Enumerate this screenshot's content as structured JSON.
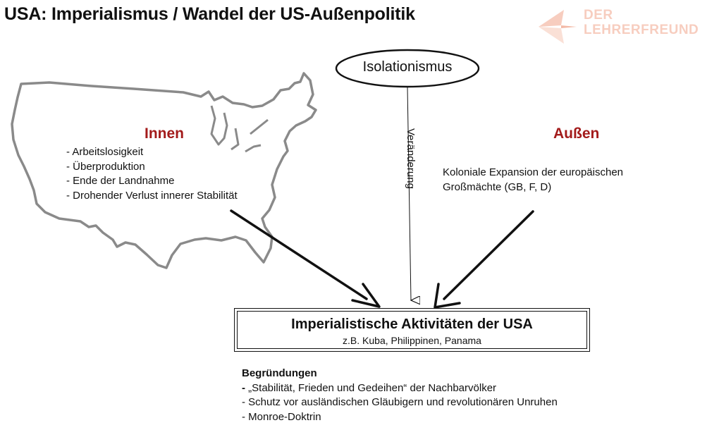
{
  "title": "USA: Imperialismus / Wandel der US-Außenpolitik",
  "logo": {
    "line1": "DER",
    "line2": "LEHRERFREUND",
    "color": "#f7cdbf"
  },
  "isolation": {
    "label": "Isolationismus"
  },
  "change_label": "Veränderung",
  "inner": {
    "heading": "Innen",
    "items": [
      "- Arbeitslosigkeit",
      "- Überproduktion",
      "- Ende der Landnahme",
      "- Drohender Verlust innerer Stabilität"
    ]
  },
  "outer": {
    "heading": "Außen",
    "text": "Koloniale Expansion der europäischen Großmächte (GB, F, D)"
  },
  "main": {
    "title": "Imperialistische Aktivitäten der USA",
    "subtitle": "z.B. Kuba, Philippinen, Panama"
  },
  "reasons": {
    "heading": "Begründungen",
    "items": [
      "„Stabilität, Frieden und Gedeihen“ der Nachbarvölker",
      "Schutz vor ausländischen Gläubigern und revolutionären Unruhen",
      "Monroe-Doktrin"
    ]
  },
  "colors": {
    "accent_red": "#a31b1b",
    "map_outline": "#8a8a8a"
  }
}
